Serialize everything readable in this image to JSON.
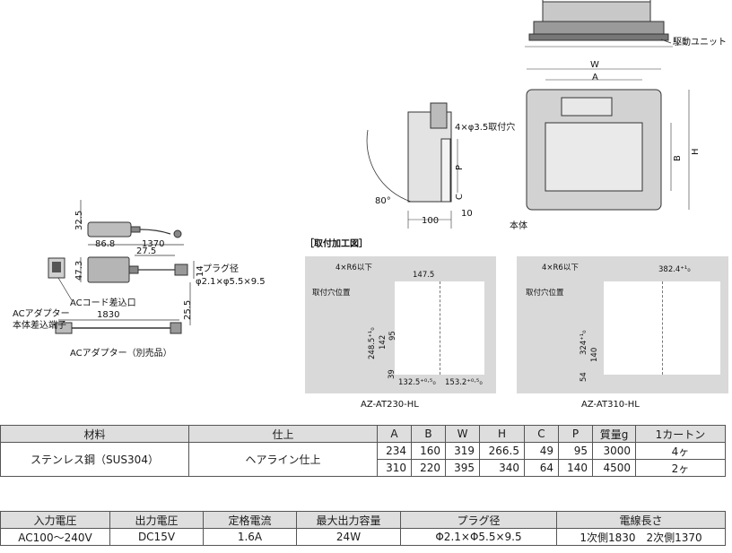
{
  "drive_unit_label": "駆動ユニット",
  "main_unit": {
    "label": "本体",
    "dims": {
      "W": "W",
      "A": "A",
      "B": "B",
      "H": "H"
    },
    "mount_hole_label": "4×φ3.5取付穴",
    "side_dims": {
      "P": "P",
      "C": "C",
      "d100": "100",
      "d10": "10",
      "angle": "80°"
    }
  },
  "adapter": {
    "caption": "ACアダプター（別売品）",
    "dims": {
      "d32_5": "32.5",
      "d86_8": "86.8",
      "d1370": "1370",
      "d47_3": "47.3",
      "d27_5": "27.5",
      "d14": "14",
      "d25_5": "25.5",
      "d1830": "1830"
    },
    "plug_label": "プラグ径",
    "plug_size": "φ2.1×φ5.5×9.5",
    "ac_inlet_label": "ACコード差込口",
    "adapter_terminal_line1": "ACアダプター",
    "adapter_terminal_line2": "本体差込端子"
  },
  "cutout": {
    "heading": "［取付加工図］",
    "left": {
      "model": "AZ-AT230-HL",
      "corner": "4×R6以下",
      "d147_5": "147.5",
      "mount_pos": "取付穴位置",
      "d248_5": "248.5⁺¹₀",
      "d142": "142",
      "d95": "95",
      "d39": "39",
      "d132_5": "132.5⁺⁰·⁵₀",
      "d153_2": "153.2⁺⁰·⁵₀"
    },
    "right": {
      "model": "AZ-AT310-HL",
      "corner": "4×R6以下",
      "d382_4": "382.4⁺¹₀",
      "mount_pos": "取付穴位置",
      "d324": "324⁺¹₀",
      "d140": "140",
      "d54": "54"
    }
  },
  "spec_table": {
    "headers": [
      "材料",
      "仕上",
      "A",
      "B",
      "W",
      "H",
      "C",
      "P",
      "質量g",
      "1カートン"
    ],
    "material": "ステンレス鋼（SUS304）",
    "finish": "ヘアライン仕上",
    "rows": [
      [
        "234",
        "160",
        "319",
        "266.5",
        "49",
        "95",
        "3000",
        "4ヶ"
      ],
      [
        "310",
        "220",
        "395",
        "340",
        "64",
        "140",
        "4500",
        "2ヶ"
      ]
    ]
  },
  "power_table": {
    "headers": [
      "入力電圧",
      "出力電圧",
      "定格電流",
      "最大出力容量",
      "プラグ径",
      "電線長さ"
    ],
    "values": [
      "AC100〜240V",
      "DC15V",
      "1.6A",
      "24W",
      "Φ2.1×Φ5.5×9.5",
      "1次側1830　2次側1370"
    ]
  },
  "colors": {
    "panel_grey": "#d9d9d9",
    "header_grey": "#dedede",
    "line": "#333333"
  }
}
